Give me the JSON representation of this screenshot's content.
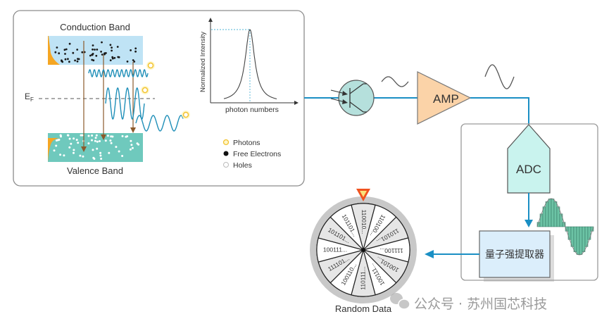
{
  "emission_panel": {
    "conduction_band_label": "Conduction Band",
    "valence_band_label": "Valence Band",
    "fermi_label_main": "E",
    "fermi_label_sub": "F",
    "band_colors": {
      "conduction": "#bfe3f5",
      "valence": "#6fc9bd",
      "fermi_tail": "#f5a623"
    },
    "photon_count": 3
  },
  "distribution_plot": {
    "ylabel": "Normalized Intensity",
    "xlabel": "photon numbers",
    "shape": "single-peak"
  },
  "legend": {
    "items": [
      {
        "label": "Photons",
        "marker": "yellow-ring"
      },
      {
        "label": "Free Electrons",
        "marker": "black-dot"
      },
      {
        "label": "Holes",
        "marker": "white-ring"
      }
    ]
  },
  "signal_chain": {
    "detector_icon": "phototransistor-icon",
    "amp_label": "AMP",
    "adc_label": "ADC",
    "extractor_label": "量子强提取器",
    "line_color": "#1a8fc4",
    "amp_fill": "#fbd3a8",
    "adc_fill": "#c9f3ee",
    "extractor_fill": "#dbeefb"
  },
  "random_wheel": {
    "caption": "Random Data",
    "segments": [
      "110010...",
      "110100...",
      "110101...",
      "111100...",
      "100101...",
      "100111...",
      "110111...",
      "100110...",
      "111101...",
      "100111...",
      "101101...",
      "101101..."
    ],
    "pointer_color": "#f0531f"
  },
  "watermark": {
    "text": "公众号 · 苏州国芯科技"
  }
}
